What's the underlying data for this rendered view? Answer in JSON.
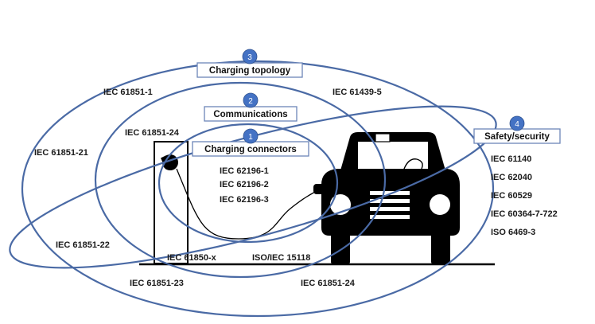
{
  "categories": [
    {
      "number": "1",
      "label": "Charging connectors"
    },
    {
      "number": "2",
      "label": "Communications"
    },
    {
      "number": "3",
      "label": "Charging topology"
    },
    {
      "number": "4",
      "label": "Safety/security"
    }
  ],
  "standards": {
    "connectors": [
      "IEC 62196-1",
      "IEC 62196-2",
      "IEC 62196-3"
    ],
    "communications": {
      "iec_61851_24_top": "IEC 61851-24",
      "iec_61850_x": "IEC 61850-x",
      "iso_iec_15118": "ISO/IEC 15118"
    },
    "topology": {
      "iec_61851_1": "IEC 61851-1",
      "iec_61439_5": "IEC 61439-5",
      "iec_61851_21": "IEC 61851-21",
      "iec_61851_22": "IEC 61851-22",
      "iec_61851_23": "IEC 61851-23",
      "iec_61851_24_bottom": "IEC 61851-24"
    },
    "safety": [
      "IEC 61140",
      "IEC 62040",
      "IEC 60529",
      "IEC 60364-7-722",
      "ISO 6469-3"
    ]
  },
  "colors": {
    "ring": "#4a6aa5",
    "badge": "#4472c4",
    "icon": "#000000"
  }
}
